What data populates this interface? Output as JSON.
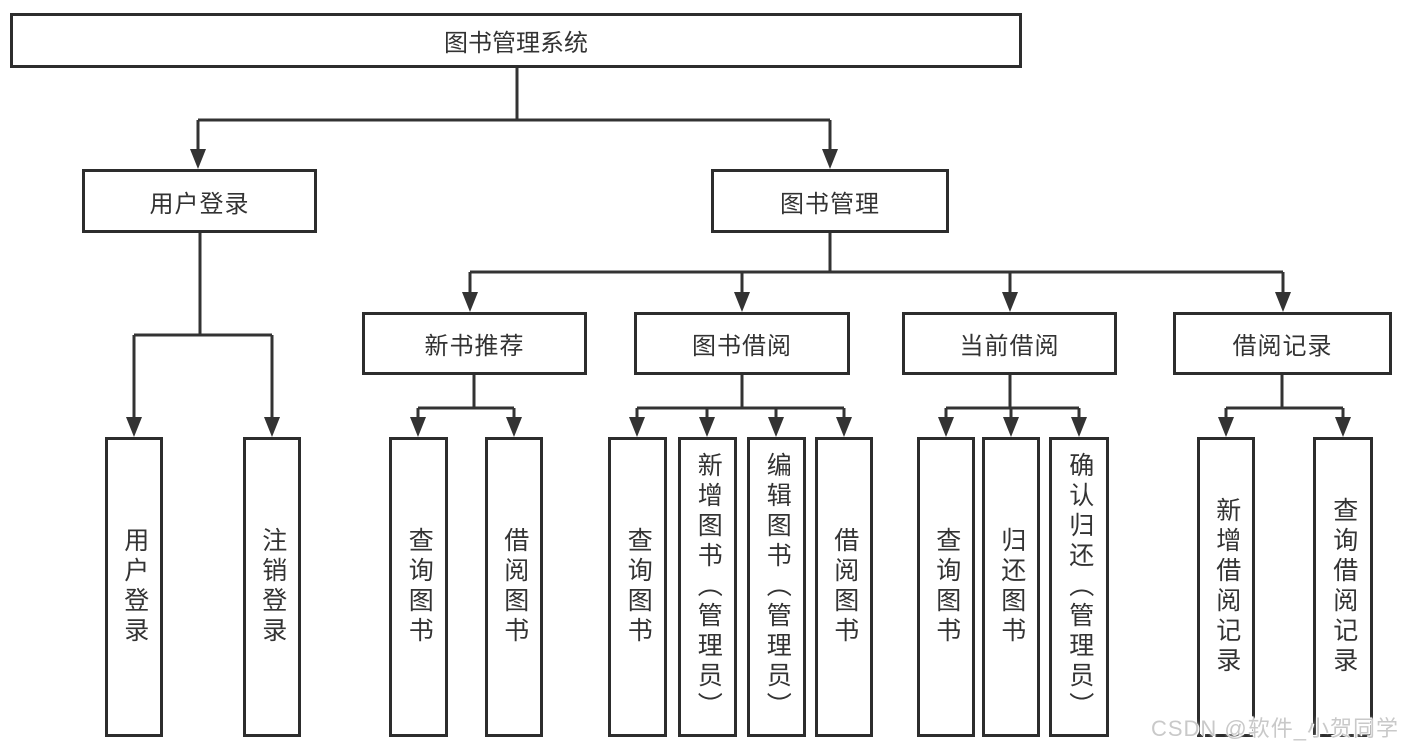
{
  "diagram": {
    "title": "图书管理系统",
    "level2": {
      "user_login": "用户登录",
      "book_management": "图书管理"
    },
    "level3": {
      "new_book_recommend": "新书推荐",
      "book_borrow": "图书借阅",
      "current_borrow": "当前借阅",
      "borrow_records": "借阅记录"
    },
    "leaves": {
      "login": [
        "用户登录",
        "注销登录"
      ],
      "recommend": [
        "查询图书",
        "借阅图书"
      ],
      "borrow": [
        "查询图书",
        "新增图书（管理员）",
        "编辑图书（管理员）",
        "借阅图书"
      ],
      "current": [
        "查询图书",
        "归还图书",
        "确认归还（管理员）"
      ],
      "records": [
        "新增借阅记录",
        "查询借阅记录"
      ]
    }
  },
  "watermark": "CSDN @软件_小贺同学",
  "colors": {
    "line": "#333333",
    "box_border": "#2d2d2d",
    "text": "#333333",
    "watermark": "#c9c9c9"
  }
}
